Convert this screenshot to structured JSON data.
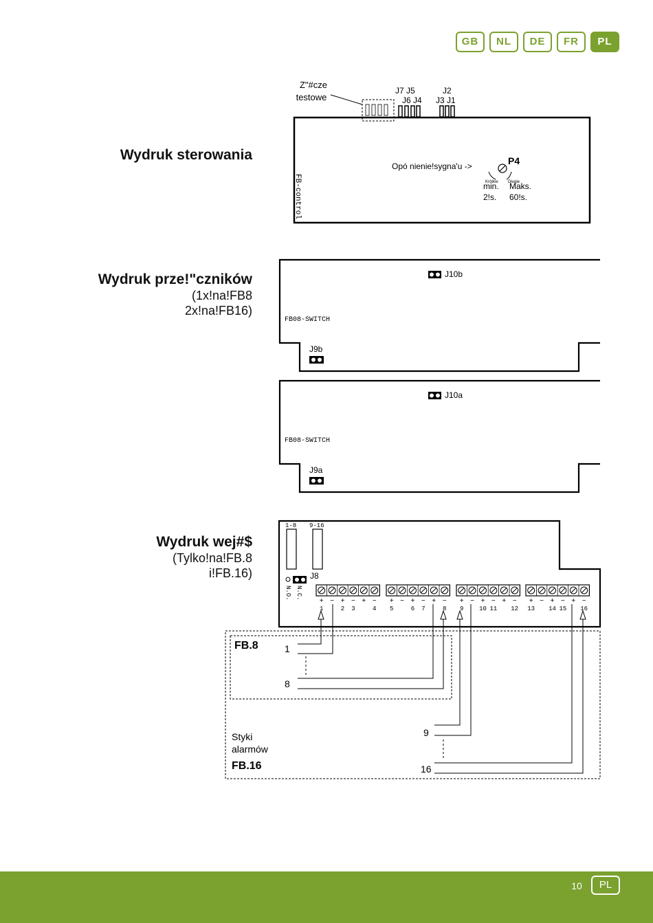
{
  "languages": [
    "GB",
    "NL",
    "DE",
    "FR",
    "PL"
  ],
  "active_language": "PL",
  "section1": {
    "title": "Wydruk sterowania",
    "jumpers_label_line1": "Z\"#cze",
    "jumpers_label_line2": "testowe",
    "jumper_top_left": "J7  J5",
    "jumper_bottom_left": "J6  J4",
    "jumper_top_right": "J2",
    "jumper_bottom_right": "J3  J1",
    "board_name": "FB-control",
    "delay_label": "Opó  nienie!sygna'u  ->",
    "pot_label": "P4",
    "short_label": "Krótkie",
    "long_label": "Długie",
    "min_label": "min.",
    "max_label": "Maks.",
    "min_value": "2!s.",
    "max_value": "60!s."
  },
  "section2": {
    "title": "Wydruk prze!\"czników",
    "subtitle_line1": "(1x!na!FB8",
    "subtitle_line2": "2x!na!FB16)",
    "board_b_name": "FB08-SWITCH",
    "board_b_jumper_top": "J10b",
    "board_b_jumper_bottom": "J9b",
    "board_a_name": "FB08-SWITCH",
    "board_a_jumper_top": "J10a",
    "board_a_jumper_bottom": "J9a"
  },
  "section3": {
    "title": "Wydruk wej#$",
    "subtitle_line1": "(Tylko!na!FB.8",
    "subtitle_line2": "i!FB.16)",
    "header_1_8": "1-8",
    "header_9_16": "9-16",
    "jumper_label": "J8",
    "nc_label": "N.C.",
    "no_label": "N.O.",
    "terminal_numbers": [
      "1",
      "2",
      "3",
      "4",
      "5",
      "6",
      "7",
      "8",
      "9",
      "10",
      "11",
      "12",
      "13",
      "14",
      "15",
      "16"
    ],
    "fb8_label": "FB.8",
    "fb16_label": "FB.16",
    "contacts_line1": "Styki",
    "contacts_line2": "alarmów",
    "wire_1": "1",
    "wire_8": "8",
    "wire_9": "9",
    "wire_16": "16"
  },
  "footer": {
    "page_number": "10",
    "language": "PL"
  }
}
